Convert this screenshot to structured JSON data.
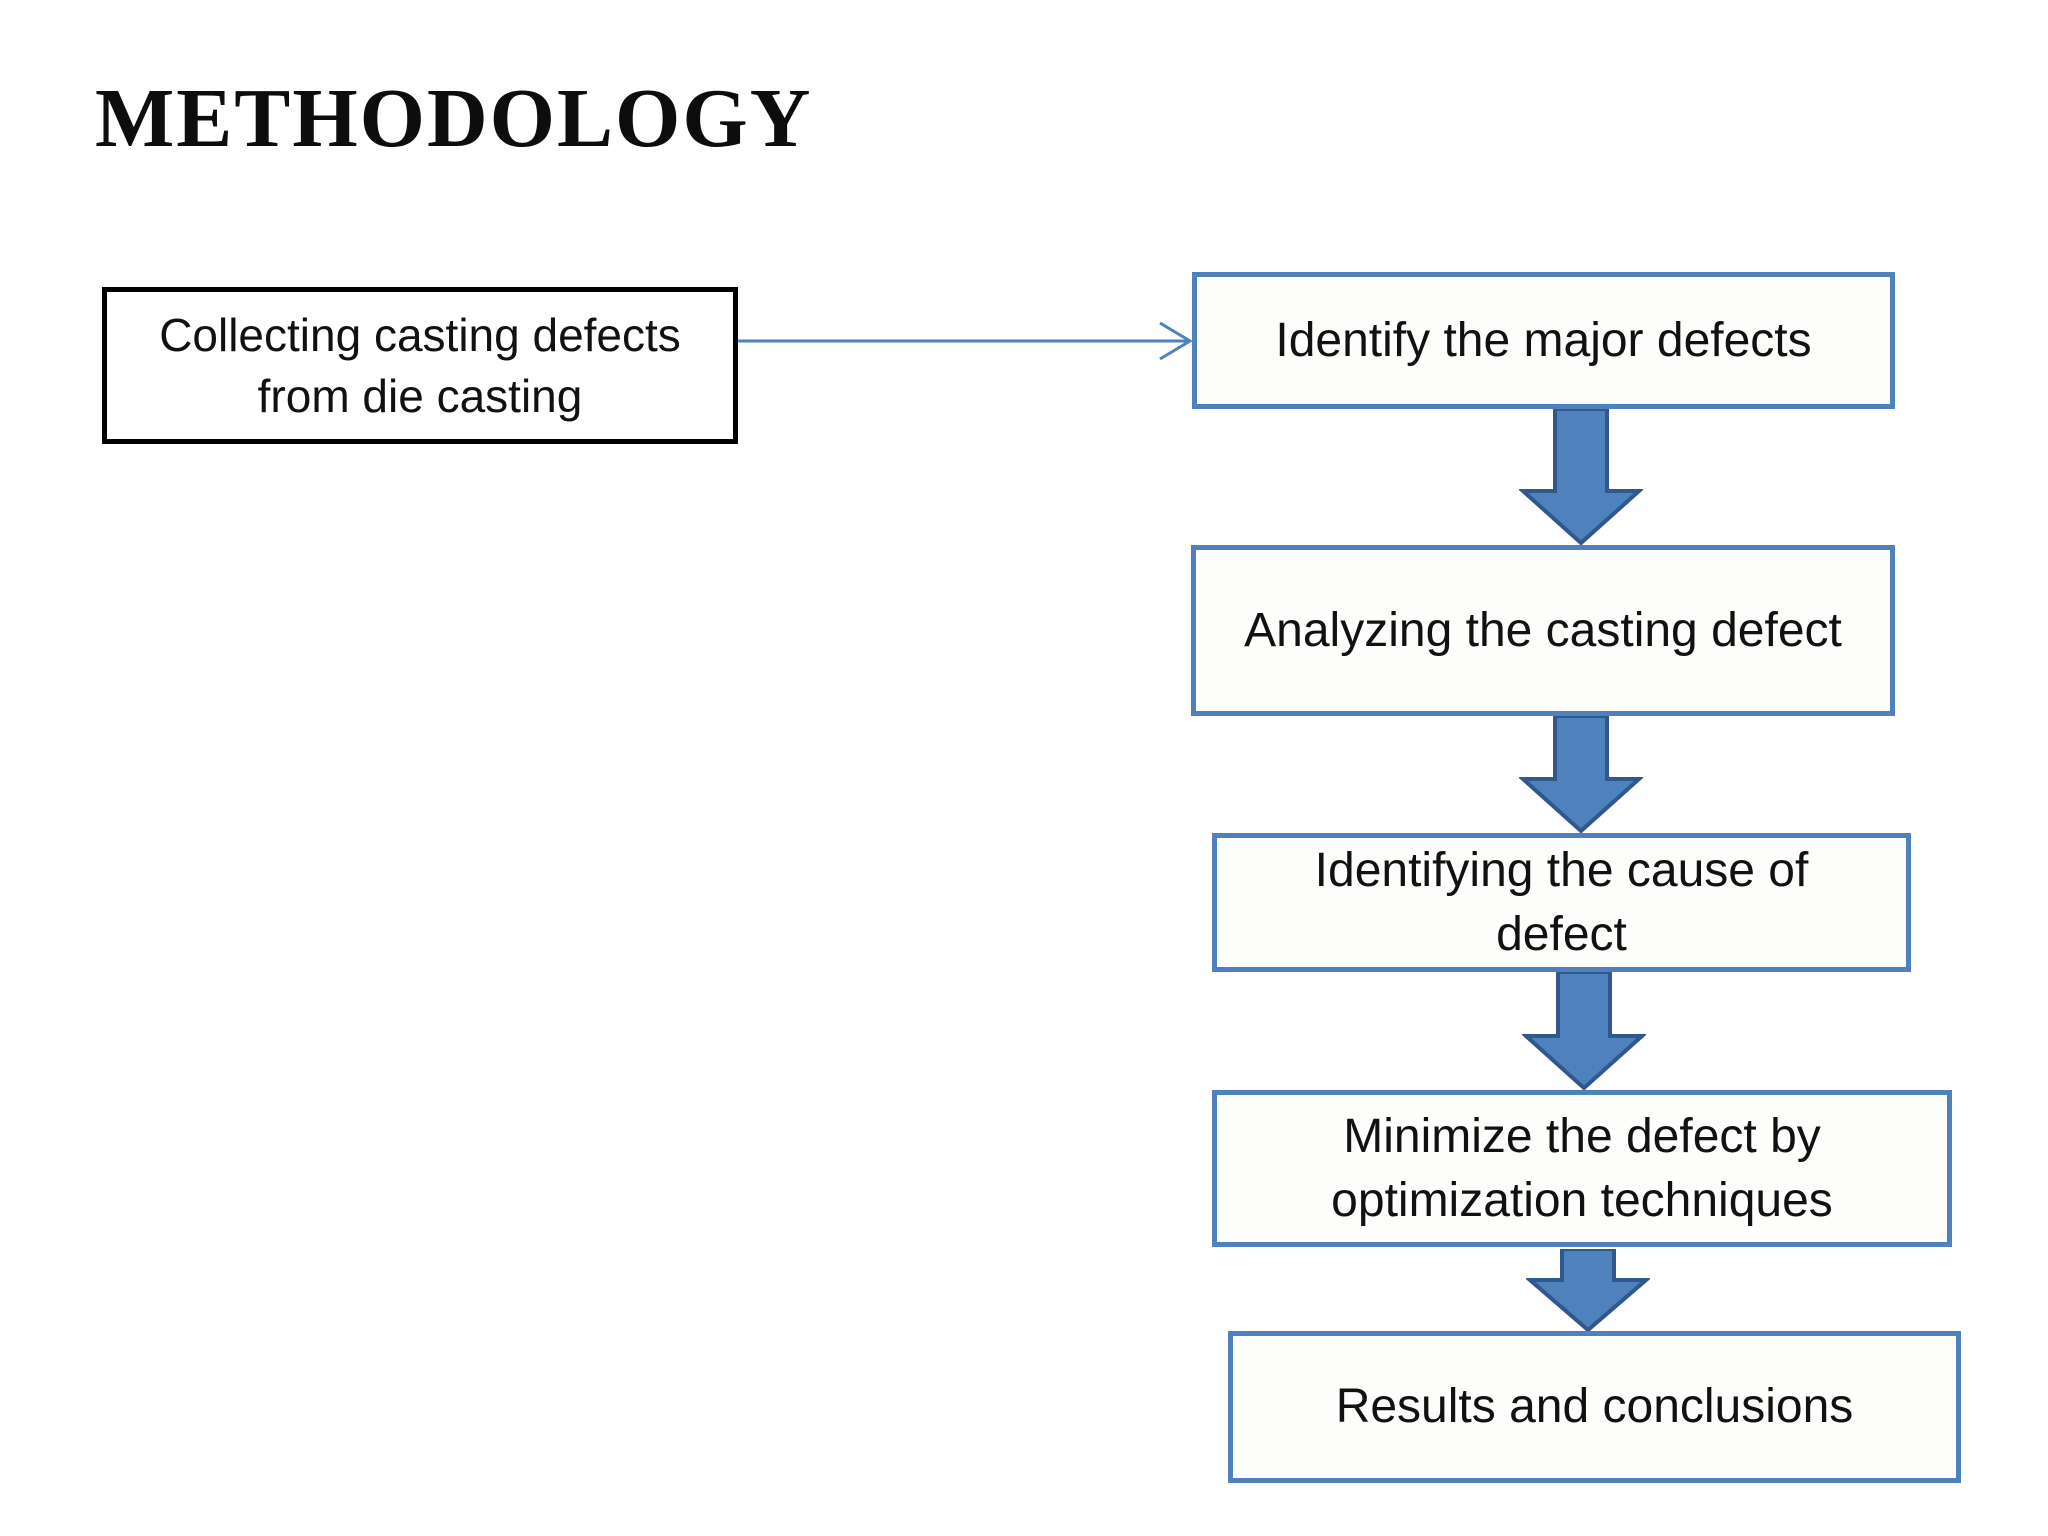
{
  "slide": {
    "title": "METHODOLOGY",
    "colors": {
      "accent_blue": "#4f81bd",
      "block_arrow_fill": "#4f81bd",
      "block_arrow_outline": "#31588c",
      "source_box_border": "#000000",
      "text": "#111111",
      "background": "#ffffff"
    },
    "flow": {
      "source_box": {
        "label": "Collecting casting defects from die casting"
      },
      "steps": [
        {
          "label": "Identify the major defects"
        },
        {
          "label": "Analyzing the casting defect"
        },
        {
          "label": "Identifying the cause of defect"
        },
        {
          "label": "Minimize the defect by optimization techniques"
        },
        {
          "label": "Results and conclusions"
        }
      ]
    }
  }
}
